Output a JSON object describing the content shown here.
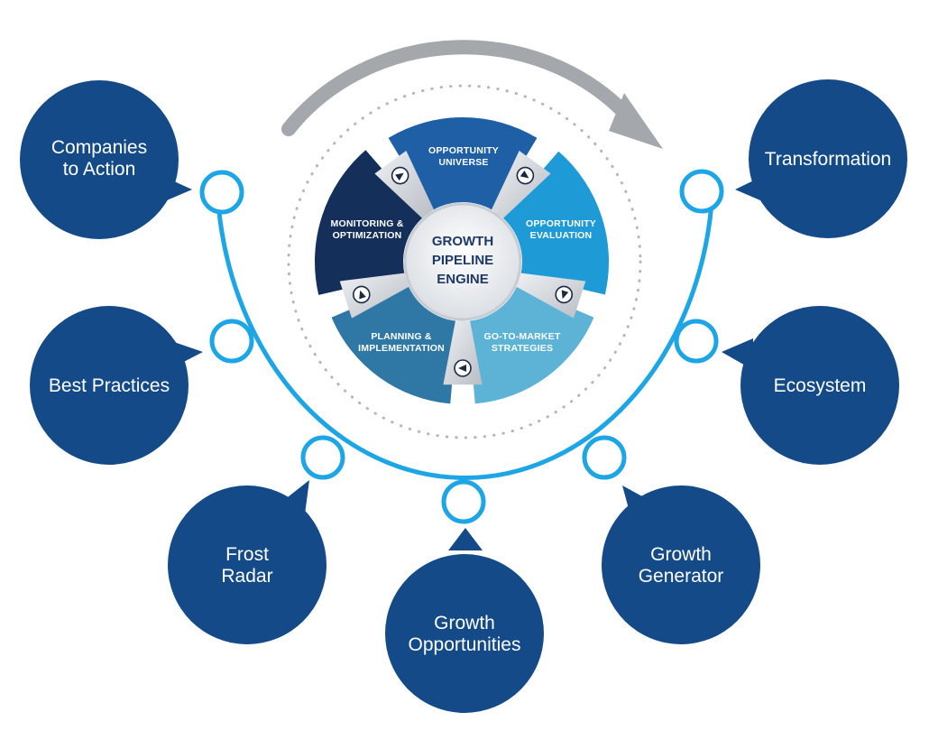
{
  "engine": {
    "hub_lines": [
      "GROWTH",
      "PIPELINE",
      "ENGINE"
    ],
    "segments": [
      {
        "lines": [
          "OPPORTUNITY",
          "UNIVERSE"
        ],
        "color": "#1e5fa6"
      },
      {
        "lines": [
          "OPPORTUNITY",
          "EVALUATION"
        ],
        "color": "#1e9ad6"
      },
      {
        "lines": [
          "GO-TO-MARKET",
          "STRATEGIES"
        ],
        "color": "#5cb3d6"
      },
      {
        "lines": [
          "PLANNING &",
          "IMPLEMENTATION"
        ],
        "color": "#2f78a6"
      },
      {
        "lines": [
          "MONITORING &",
          "OPTIMIZATION"
        ],
        "color": "#14305a"
      }
    ],
    "cycle_direction": "clockwise"
  },
  "bubbles": [
    {
      "id": "companies-to-action",
      "lines": [
        "Companies",
        "to Action"
      ]
    },
    {
      "id": "best-practices",
      "lines": [
        "Best Practices"
      ]
    },
    {
      "id": "frost-radar",
      "lines": [
        "Frost",
        "Radar"
      ]
    },
    {
      "id": "growth-opportunities",
      "lines": [
        "Growth",
        "Opportunities"
      ]
    },
    {
      "id": "growth-generator",
      "lines": [
        "Growth",
        "Generator"
      ]
    },
    {
      "id": "ecosystem",
      "lines": [
        "Ecosystem"
      ]
    },
    {
      "id": "transformation",
      "lines": [
        "Transformation"
      ]
    }
  ],
  "colors": {
    "bubble": "#134a87",
    "ring": "#1ea5e6",
    "cycle_arrow": "#a4a7ab",
    "dotted_ring": "#b4b7bc",
    "hub_text": "#1d3a66"
  }
}
